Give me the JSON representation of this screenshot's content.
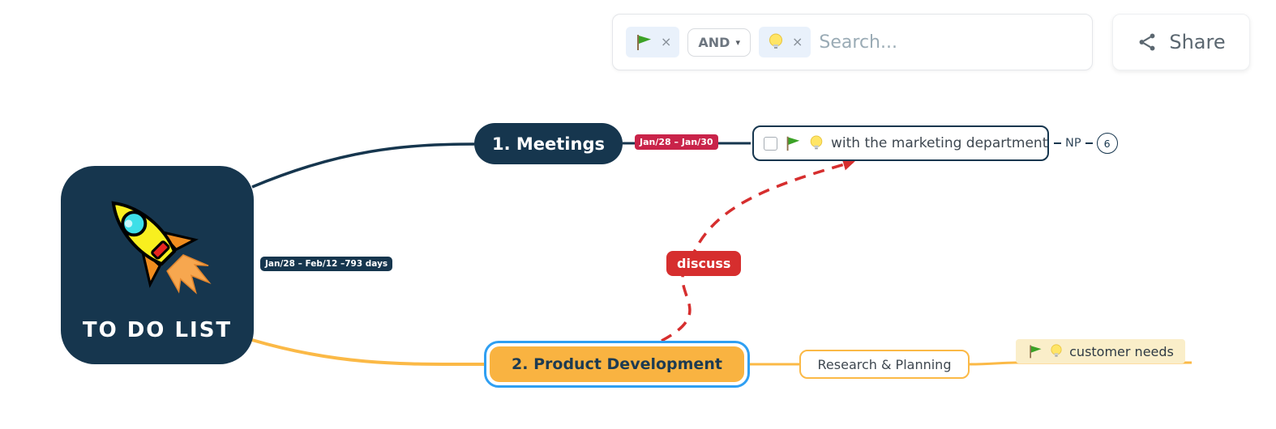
{
  "toolbar": {
    "search": {
      "placeholder": "Search...",
      "filter_flag_remove": "×",
      "operator_label": "AND",
      "operator_caret": "▾",
      "filter_bulb_remove": "×"
    },
    "share_label": "Share"
  },
  "map": {
    "root": {
      "title": "TO DO LIST"
    },
    "root_branch_badge": "Jan/28 – Feb/12  –793 days",
    "branch_meetings": {
      "label": "1. Meetings",
      "date_badge": "Jan/28 – Jan/30",
      "task": {
        "label": "with the marketing department",
        "tag": "NP",
        "count": "6"
      }
    },
    "branch_product": {
      "label": "2. Product Development",
      "child_label": "Research & Planning",
      "grandchild_label": "customer needs"
    },
    "relation_label": "discuss"
  },
  "colors": {
    "navy": "#16364e",
    "branch_orange": "#fbb946",
    "node_orange_fill": "#f9b341",
    "selection_blue": "#2f9ff2",
    "date_red": "#c92349",
    "relation_red": "#d62e2e",
    "cream": "#faeec9"
  }
}
